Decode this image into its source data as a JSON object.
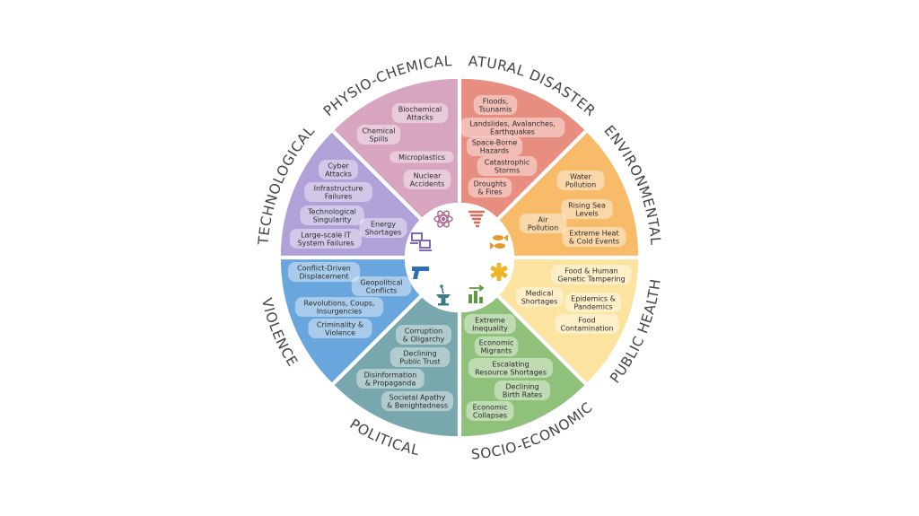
{
  "wheel": {
    "segments": [
      {
        "id": "natural-disasters",
        "label": "NATURAL DISASTERS",
        "color": "#e88e80",
        "icon": "tornado-icon",
        "icon_color": "#e06a55",
        "items": [
          "Floods,\nTsunamis",
          "Landslides, Avalanches,\nEarthquakes",
          "Space-Borne\nHazards",
          "Catastrophic\nStorms",
          "Droughts\n& Fires"
        ]
      },
      {
        "id": "environmental",
        "label": "ENVIRONMENTAL",
        "color": "#f7bb6a",
        "icon": "fish-icon",
        "icon_color": "#e89a2c",
        "items": [
          "Water\nPollution",
          "Rising Sea\nLevels",
          "Air\nPollution",
          "Extreme Heat\n& Cold Events"
        ]
      },
      {
        "id": "public-health",
        "label": "PUBLIC HEALTH",
        "color": "#fde3a0",
        "icon": "medical-asterisk-icon",
        "icon_color": "#f0b429",
        "items": [
          "Food & Human\nGenetic Tampering",
          "Medical\nShortages",
          "Epidemics &\nPandemics",
          "Food\nContamination"
        ]
      },
      {
        "id": "socio-economic",
        "label": "SOCIO-ECONOMIC",
        "color": "#8fc17a",
        "icon": "bar-chart-icon",
        "icon_color": "#5c9a44",
        "items": [
          "Extreme\nInequality",
          "Economic\nMigrants",
          "Escalating\nResource Shortages",
          "Declining\nBirth Rates",
          "Economic\nCollapses"
        ]
      },
      {
        "id": "political",
        "label": "POLITICAL",
        "color": "#78a7ad",
        "icon": "podium-icon",
        "icon_color": "#3f7b83",
        "items": [
          "Corruption\n& Oligarchy",
          "Declining\nPublic Trust",
          "Disinformation\n& Propaganda",
          "Societal Apathy\n& Benightedness"
        ]
      },
      {
        "id": "violence",
        "label": "VIOLENCE",
        "color": "#6aa6de",
        "icon": "gun-icon",
        "icon_color": "#2f6fb3",
        "items": [
          "Conflict-Driven\nDisplacement",
          "Geopolitical\nConflicts",
          "Revolutions, Coups,\nInsurgencies",
          "Criminality &\nViolence"
        ]
      },
      {
        "id": "technological",
        "label": "TECHNOLOGICAL",
        "color": "#b0a1d8",
        "icon": "computers-icon",
        "icon_color": "#7b68c4",
        "items": [
          "Cyber\nAttacks",
          "Infrastructure\nFailures",
          "Technological\nSingularity",
          "Energy\nShortages",
          "Large-scale IT\nSystem Failures"
        ]
      },
      {
        "id": "physio-chemical",
        "label": "PHYSIO-CHEMICAL",
        "color": "#d7a5c0",
        "icon": "atom-icon",
        "icon_color": "#b06a92",
        "items": [
          "Biochemical\nAttacks",
          "Chemical\nSpills",
          "Microplastics",
          "Nuclear\nAccidents"
        ]
      }
    ]
  }
}
